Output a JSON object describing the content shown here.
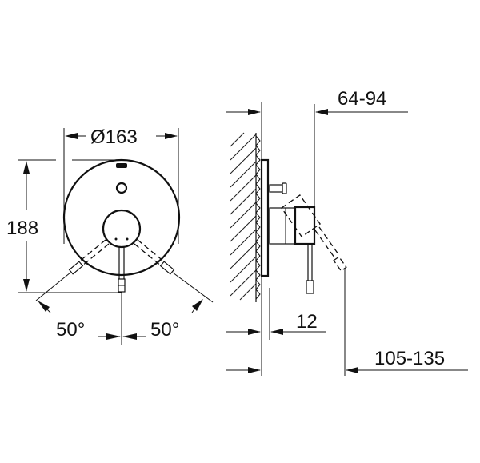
{
  "drawing": {
    "type": "technical-dimension-drawing",
    "front_view": {
      "diameter_label": "Ø163",
      "height_label": "188",
      "left_angle_label": "50°",
      "right_angle_label": "50°"
    },
    "side_view": {
      "depth_range_top_label": "64-94",
      "plate_thickness_label": "12",
      "depth_range_bottom_label": "105-135"
    },
    "colors": {
      "line": "#111111",
      "background": "#ffffff"
    }
  }
}
